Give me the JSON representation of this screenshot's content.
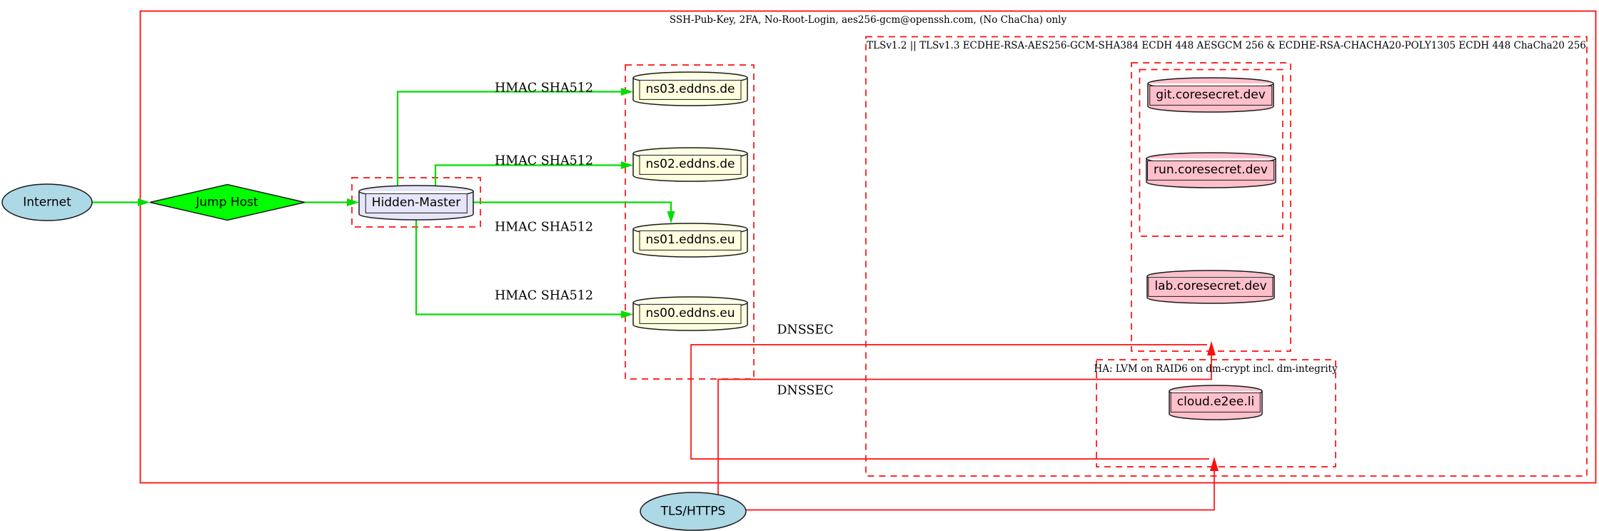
{
  "diagram": {
    "type": "network-architecture-graph",
    "clusters": {
      "security": {
        "label": "SSH-Pub-Key, 2FA, No-Root-Login, aes256-gcm@openssh.com, (No ChaCha) only"
      },
      "tls": {
        "label": "TLSv1.2 || TLSv1.3 ECDHE-RSA-AES256-GCM-SHA384 ECDH 448 AESGCM 256 & ECDHE-RSA-CHACHA20-POLY1305 ECDH 448 ChaCha20 256"
      },
      "ha": {
        "label": "HA: LVM on RAID6 on dm-crypt incl. dm-integrity"
      }
    },
    "nodes": {
      "internet": {
        "label": "Internet",
        "shape": "ellipse",
        "color": "#add8e6"
      },
      "jump_host": {
        "label": "Jump Host",
        "shape": "diamond",
        "color": "#00ff00"
      },
      "hidden_master": {
        "label": "Hidden-Master",
        "shape": "cylinder",
        "color": "#e6e6fa"
      },
      "ns03": {
        "label": "ns03.eddns.de",
        "shape": "cylinder",
        "color": "#ffffe0"
      },
      "ns02": {
        "label": "ns02.eddns.de",
        "shape": "cylinder",
        "color": "#ffffe0"
      },
      "ns01": {
        "label": "ns01.eddns.eu",
        "shape": "cylinder",
        "color": "#ffffe0"
      },
      "ns00": {
        "label": "ns00.eddns.eu",
        "shape": "cylinder",
        "color": "#ffffe0"
      },
      "git": {
        "label": "git.coresecret.dev",
        "shape": "cylinder",
        "color": "#ffc0cb"
      },
      "run": {
        "label": "run.coresecret.dev",
        "shape": "cylinder",
        "color": "#ffc0cb"
      },
      "lab": {
        "label": "lab.coresecret.dev",
        "shape": "cylinder",
        "color": "#ffc0cb"
      },
      "cloud": {
        "label": "cloud.e2ee.li",
        "shape": "cylinder",
        "color": "#ffc0cb"
      },
      "tls_https": {
        "label": "TLS/HTTPS",
        "shape": "ellipse",
        "color": "#add8e6"
      }
    },
    "edge_labels": {
      "hmac": "HMAC SHA512",
      "dnssec": "DNSSEC"
    },
    "edge_colors": {
      "secure_green": "#00dd00",
      "alert_red": "#fd0e0d"
    }
  }
}
